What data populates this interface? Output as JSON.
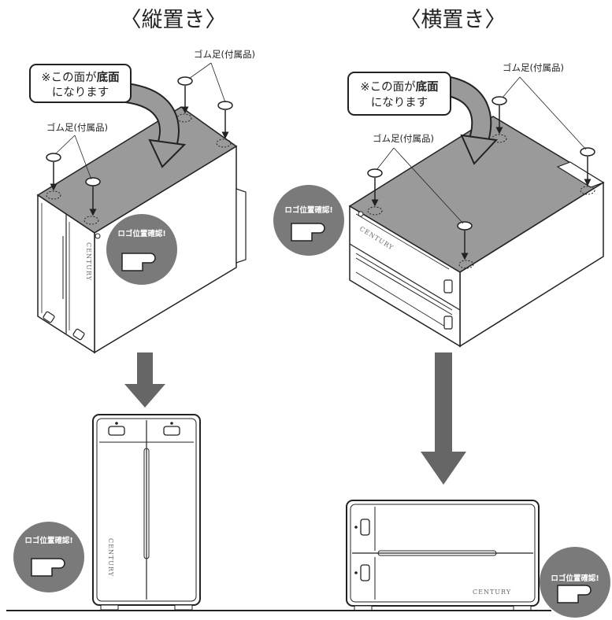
{
  "vertical": {
    "title": "〈縦置き〉",
    "callout_prefix": "※この面が",
    "callout_bold": "底面",
    "callout_line2": "になります",
    "feet_label_top": "ゴム足(付属品)",
    "feet_label_left": "ゴム足(付属品)",
    "badge_top": "ロゴ位置確認!",
    "badge_bottom": "ロゴ位置確認!",
    "brand": "CENTURY"
  },
  "horizontal": {
    "title": "〈横置き〉",
    "callout_prefix": "※この面が",
    "callout_bold": "底面",
    "callout_line2": "になります",
    "feet_label_top": "ゴム足(付属品)",
    "feet_label_left": "ゴム足(付属品)",
    "badge_top": "ロゴ位置確認!",
    "badge_bottom": "ロゴ位置確認!",
    "brand": "CENTURY"
  },
  "colors": {
    "arrow": "#666666",
    "badge": "#7a7a7a",
    "top_face": "#9a9a9a",
    "line": "#222222"
  }
}
